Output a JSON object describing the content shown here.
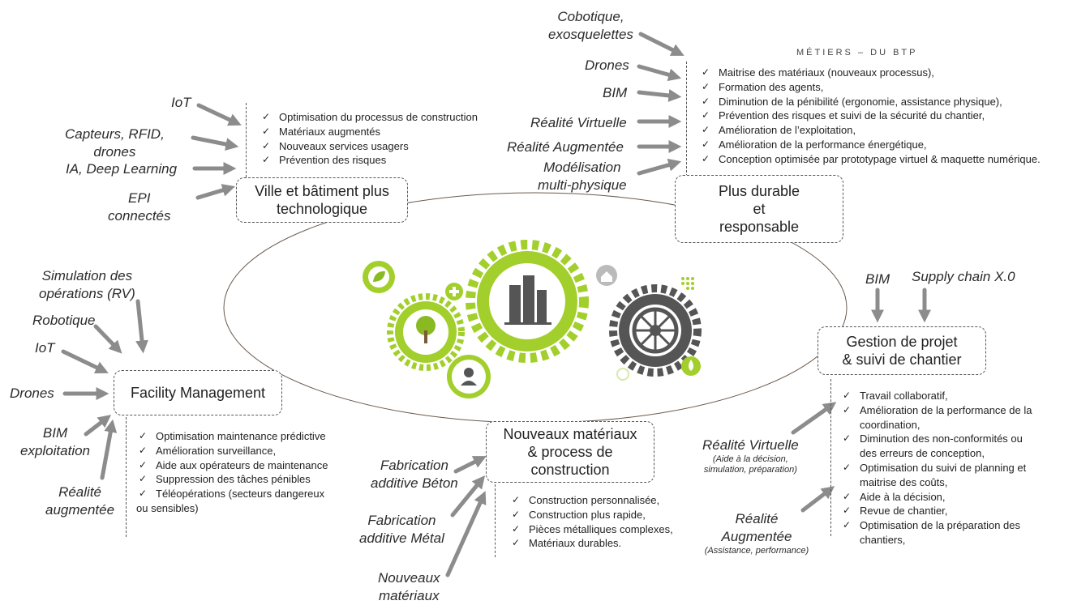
{
  "metiers_title": "MÉTIERS – DU BTP",
  "theme_ville": {
    "title": [
      "Ville et bâtiment plus",
      "technologique"
    ],
    "techs": {
      "iot": "IoT",
      "capteurs": [
        "Capteurs, RFID,",
        "drones"
      ],
      "ia": "IA, Deep Learning",
      "epi": [
        "EPI",
        "connectés"
      ]
    },
    "benefits": [
      "Optimisation du processus de construction",
      "Matériaux augmentés",
      "Nouveaux services usagers",
      "Prévention des risques"
    ]
  },
  "theme_durable": {
    "title": [
      "Plus durable",
      "et",
      "responsable"
    ],
    "techs": {
      "cobotique": [
        "Cobotique,",
        "exosquelettes"
      ],
      "drones": "Drones",
      "bim": "BIM",
      "rv": "Réalité Virtuelle",
      "ra": "Réalité Augmentée",
      "modelisation": [
        "Modélisation",
        "multi-physique"
      ]
    },
    "benefits": [
      "Maitrise des matériaux (nouveaux processus),",
      "Formation des agents,",
      "Diminution de la pénibilité (ergonomie, assistance physique),",
      "Prévention des risques et suivi de la sécurité du chantier,",
      "Amélioration de l’exploitation,",
      "Amélioration de la performance énergétique,",
      "Conception optimisée par prototypage virtuel & maquette numérique."
    ]
  },
  "theme_facility": {
    "title": "Facility Management",
    "techs": {
      "simulation": [
        "Simulation des",
        "opérations (RV)"
      ],
      "robotique": "Robotique",
      "iot": "IoT",
      "drones": "Drones",
      "bim": [
        "BIM",
        "exploitation"
      ],
      "ra": [
        "Réalité",
        "augmentée"
      ]
    },
    "benefits": [
      "Optimisation maintenance prédictive",
      "Amélioration surveillance,",
      "Aide aux opérateurs de maintenance",
      "Suppression des tâches pénibles",
      "Téléopérations (secteurs dangereux",
      "ou sensibles)"
    ]
  },
  "theme_materiaux": {
    "title": [
      "Nouveaux matériaux",
      "& process de",
      "construction"
    ],
    "techs": {
      "beton": [
        "Fabrication",
        "additive Béton"
      ],
      "metal": [
        "Fabrication",
        "additive Métal"
      ],
      "nouveaux": [
        "Nouveaux",
        "matériaux"
      ]
    },
    "benefits": [
      "Construction personnalisée,",
      "Construction plus rapide,",
      "Pièces métalliques complexes,",
      "Matériaux durables."
    ]
  },
  "theme_projet": {
    "title": [
      "Gestion de projet",
      "& suivi de chantier"
    ],
    "techs": {
      "bim": "BIM",
      "supply": "Supply chain X.0",
      "rv": "Réalité Virtuelle",
      "rv_sub": [
        "(Aide à la décision,",
        "simulation, préparation)"
      ],
      "ra": [
        "Réalité",
        "Augmentée"
      ],
      "ra_sub": "(Assistance, performance)"
    },
    "benefits": [
      "Travail collaboratif,",
      "Amélioration de la performance de la coordination,",
      "Diminution des non-conformités ou des erreurs de conception,",
      "Optimisation du suivi de planning et maitrise des coûts,",
      "Aide à la décision,",
      "Revue de chantier,",
      "Optimisation de la préparation des chantiers,"
    ]
  },
  "colors": {
    "gear_green": "#a2cf2b",
    "gear_dark": "#555555",
    "arrow": "#8c8c8c",
    "ring": "#6b5a4e"
  },
  "icons": [
    "leaf-icon",
    "tree-icon",
    "buildings-icon",
    "worker-icon",
    "plus-icon",
    "home-icon",
    "grid-icon",
    "drop-icon",
    "wheel-gear-icon"
  ]
}
